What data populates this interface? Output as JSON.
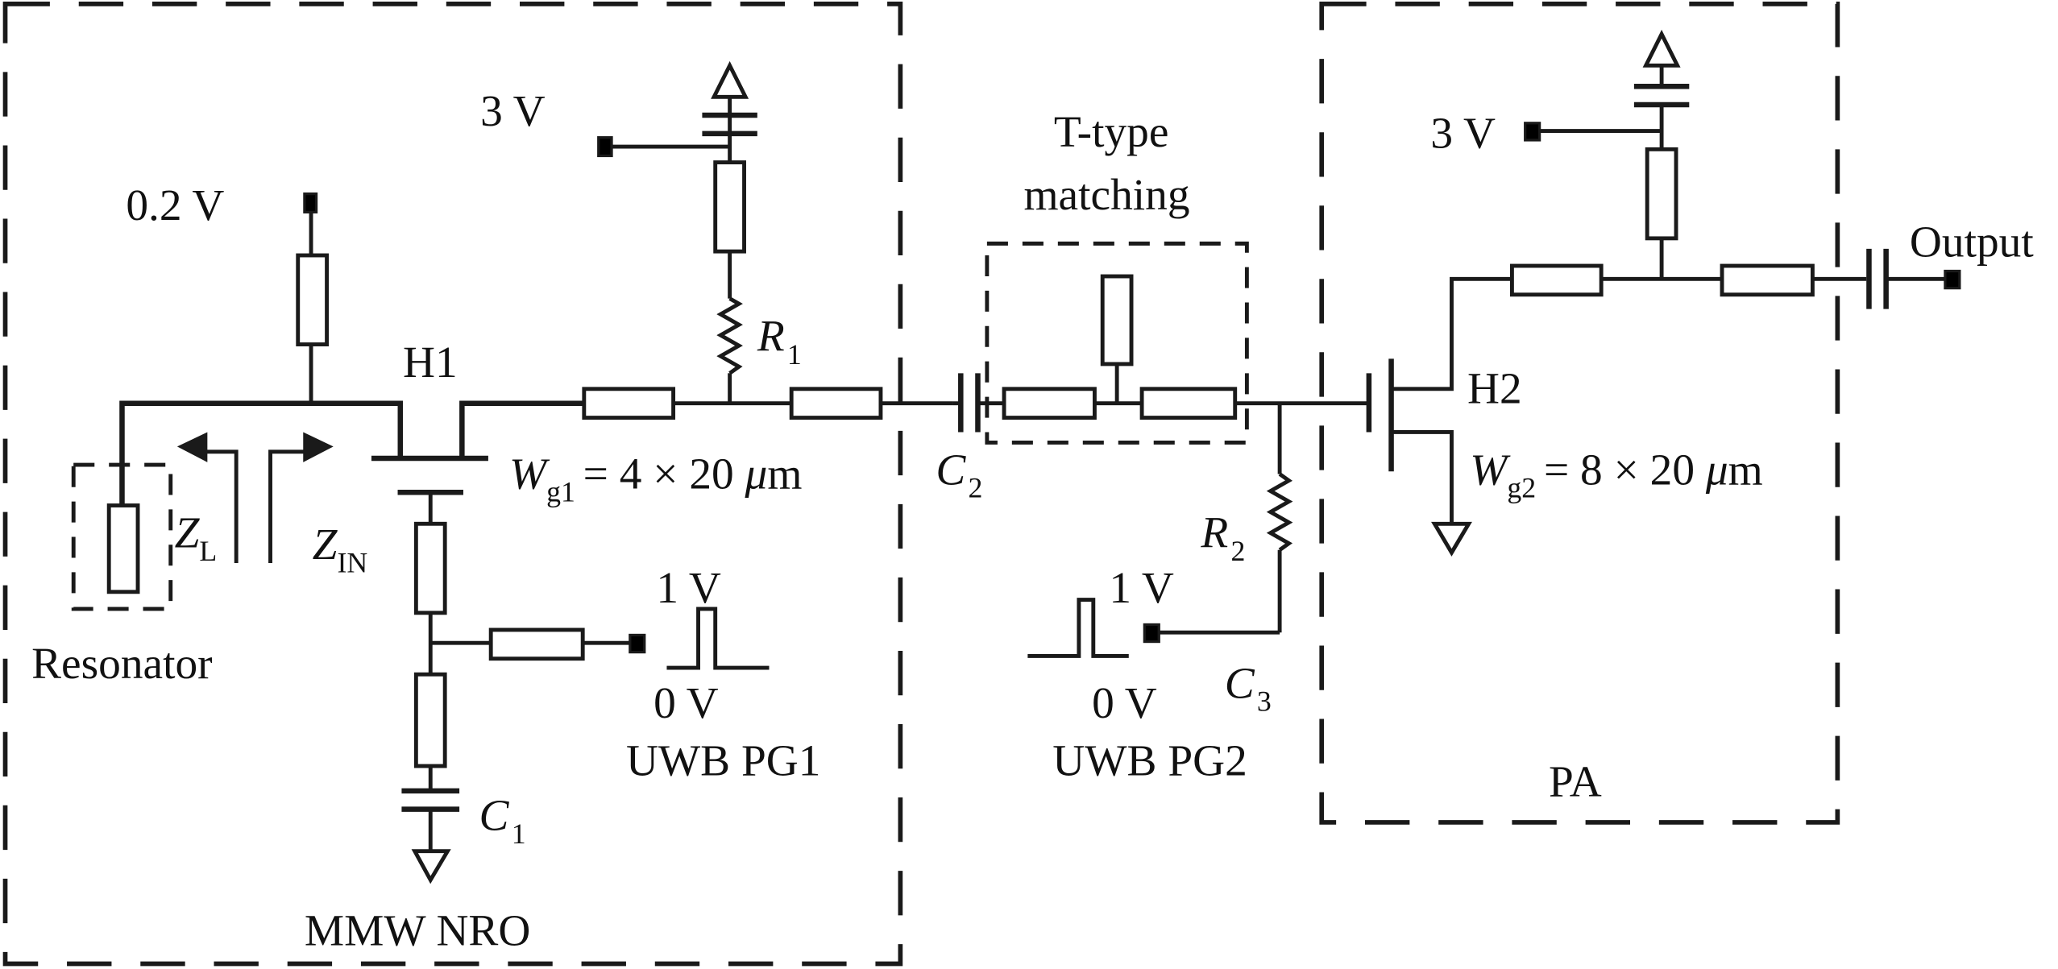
{
  "blocks": {
    "nro": "MMW NRO",
    "pg1": "UWB PG1",
    "pg2": "UWB PG2",
    "pa": "PA",
    "matching_line1": "T-type",
    "matching_line2": "matching",
    "resonator": "Resonator"
  },
  "transistors": {
    "h1": {
      "name": "H1",
      "w_sym": "W",
      "w_sub": "g1",
      "w_value": "= 4 × 20 ",
      "w_unit_mu": "μ",
      "w_unit": "m"
    },
    "h2": {
      "name": "H2",
      "w_sym": "W",
      "w_sub": "g2",
      "w_value": "= 8 × 20 ",
      "w_unit_mu": "μ",
      "w_unit": "m"
    }
  },
  "supplies": {
    "bias_gate": "0.2 V",
    "vdd_nro": "3 V",
    "vdd_pa": "3 V"
  },
  "pulses": {
    "pg1_high": "1 V",
    "pg1_low": "0 V",
    "pg2_high": "1 V",
    "pg2_low": "0 V"
  },
  "components": {
    "r1": {
      "sym": "R",
      "sub": "1"
    },
    "r2": {
      "sym": "R",
      "sub": "2"
    },
    "c1": {
      "sym": "C",
      "sub": "1"
    },
    "c2": {
      "sym": "C",
      "sub": "2"
    },
    "c3": {
      "sym": "C",
      "sub": "3"
    }
  },
  "impedances": {
    "zl": {
      "sym": "Z",
      "sub": "L"
    },
    "zin": {
      "sym": "Z",
      "sub": "IN"
    }
  },
  "output": "Output"
}
